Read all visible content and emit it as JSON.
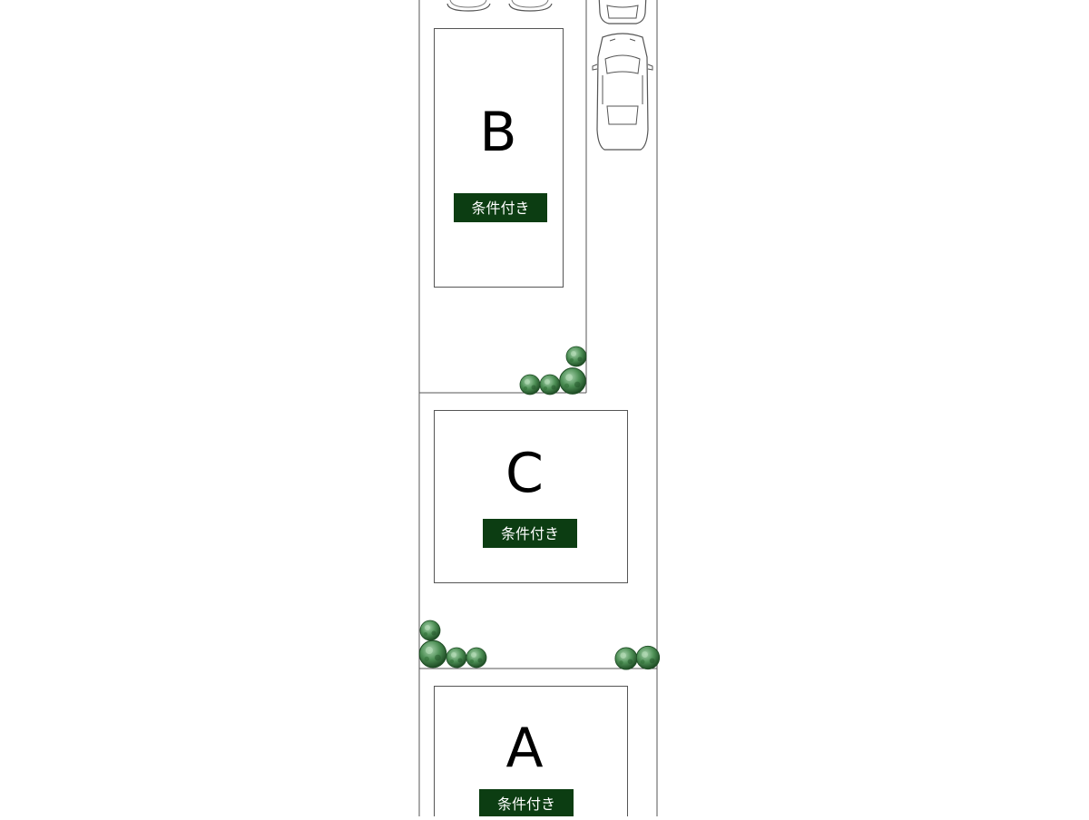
{
  "colors": {
    "line": "#444444",
    "badge_bg": "#0c3d12",
    "badge_text": "#ffffff",
    "tree_dark": "#2e6b34",
    "tree_light": "#7fb587"
  },
  "lots": [
    {
      "id": "B",
      "label": "B",
      "status": "条件付き"
    },
    {
      "id": "C",
      "label": "C",
      "status": "条件付き"
    },
    {
      "id": "A",
      "label": "A",
      "status": "条件付き"
    }
  ],
  "icons": {
    "car": "car-icon",
    "tree": "tree-icon"
  }
}
